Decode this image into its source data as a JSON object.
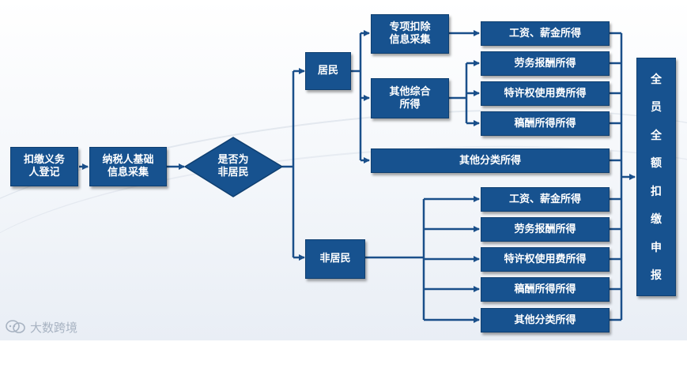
{
  "nodes": {
    "withholding_registration": "扣缴义务\n人登记",
    "taxpayer_info": "纳税人基础\n信息采集",
    "is_resident": "是否为\n非居民",
    "resident": "居民",
    "non_resident": "非居民",
    "special_deduction": "专项扣除\n信息采集",
    "other_comprehensive": "其他综合\n所得",
    "r_wages": "工资、薪金所得",
    "r_labor": "劳务报酬所得",
    "r_royalty": "特许权使用费所得",
    "r_manuscript": "稿酬所得所得",
    "r_other_classified": "其他分类所得",
    "n_wages": "工资、薪金所得",
    "n_labor": "劳务报酬所得",
    "n_royalty": "特许权使用费所得",
    "n_manuscript": "稿酬所得所得",
    "n_other_classified": "其他分类所得",
    "full_declaration": [
      "全",
      "员",
      "全",
      "额",
      "扣",
      "缴",
      "申",
      "报"
    ]
  },
  "colors": {
    "box_fill": "#17528f",
    "connector": "#1a4f8a"
  },
  "watermark": {
    "icon": "chat-bubble-logo-icon",
    "text": "大数跨境"
  }
}
